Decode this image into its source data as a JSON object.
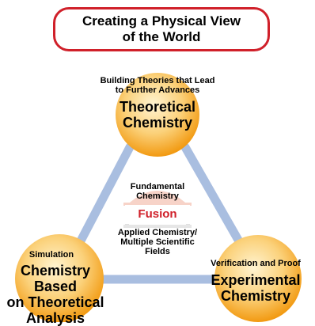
{
  "title": "Creating a Physical View\nof the World",
  "nodes": {
    "top": {
      "subtitle": "Building Theories that Lead\nto Further Advances",
      "label": "Theoretical\nChemistry"
    },
    "left": {
      "subtitle": "Simulation",
      "label": "Chemistry Based\non Theoretical\nAnalysis"
    },
    "right": {
      "subtitle": "Verification and Proof",
      "label": "Experimental\nChemistry"
    }
  },
  "center": {
    "top_label": "Fundamental\nChemistry",
    "fusion_label": "Fusion",
    "bottom_label": "Applied Chemistry/\nMultiple Scientific Fields"
  },
  "colors": {
    "accent_red": "#d0202a",
    "triangle_blue": "#a9bee0",
    "circle_orange": "#f5a018",
    "circle_light": "#fde6a8",
    "pink_shape": "#f7d3c8"
  }
}
